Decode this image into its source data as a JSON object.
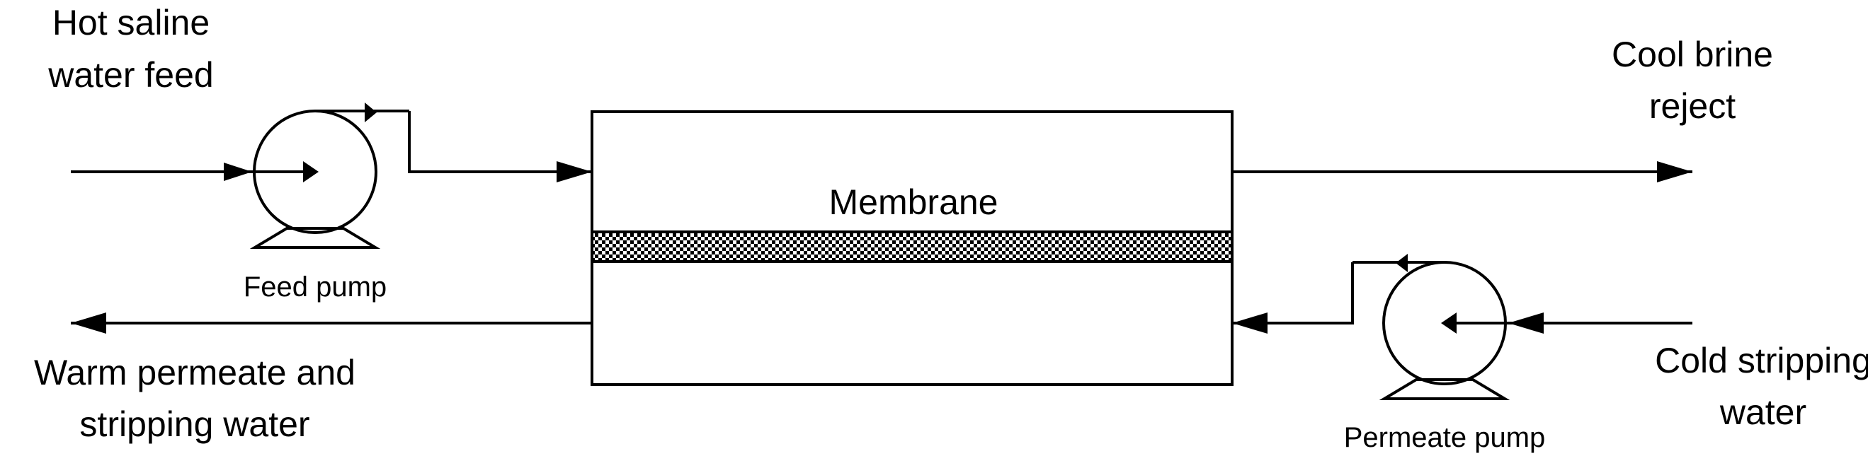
{
  "labels": {
    "feed_in": [
      "Hot saline",
      "water feed"
    ],
    "brine_out": [
      "Cool brine",
      "reject"
    ],
    "membrane": "Membrane",
    "feed_pump": "Feed pump",
    "permeate_pump": "Permeate pump",
    "permeate_out": [
      "Warm permeate and",
      "stripping water"
    ],
    "stripping_in": [
      "Cold stripping",
      "water"
    ]
  },
  "colors": {
    "line": "#000000",
    "background": "#ffffff"
  }
}
